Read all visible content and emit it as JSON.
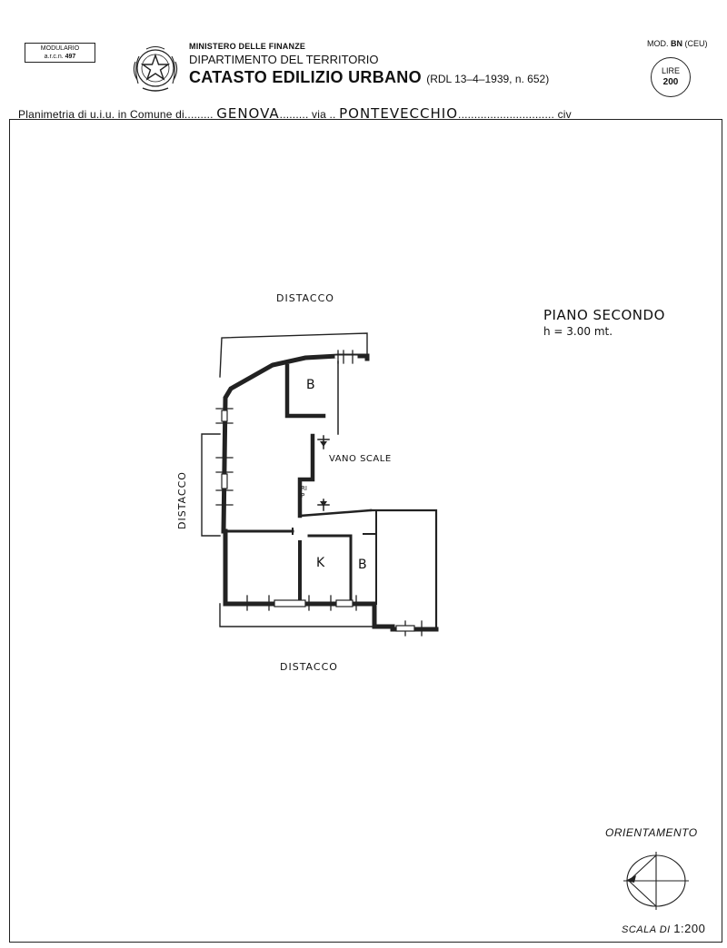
{
  "header": {
    "modulario_line1": "MODULARIO",
    "modulario_line2": "a.r.c.n.",
    "modulario_num": "497",
    "ministry": "MINISTERO DELLE FINANZE",
    "department": "DIPARTIMENTO DEL TERRITORIO",
    "catasto": "CATASTO EDILIZIO URBANO",
    "law": "(RDL 13–4–1939, n. 652)",
    "mod_prefix": "MOD.",
    "mod_code": "BN",
    "mod_suffix": "(CEU)",
    "lire_label": "LIRE",
    "lire_value": "200"
  },
  "plan_line": {
    "prefix": "Planimetria di u.i.u. in Comune di",
    "comune": "GENOVA",
    "via_label": "via",
    "via": "PONTEVECCHIO",
    "civico_label": "civ"
  },
  "drawing": {
    "label_top": "DISTACCO",
    "label_left": "DISTACCO",
    "label_bottom": "DISTACCO",
    "room_bath_top": "B",
    "room_kitchen": "K",
    "room_bath_bottom": "B",
    "stairs": "VANO SCALE",
    "rip": "RIP",
    "piano": "PIANO SECONDO",
    "height": "h = 3.00 mt."
  },
  "footer": {
    "orientamento": "ORIENTAMENTO",
    "scala_label": "SCALA DI",
    "scala_value": "1:200"
  }
}
